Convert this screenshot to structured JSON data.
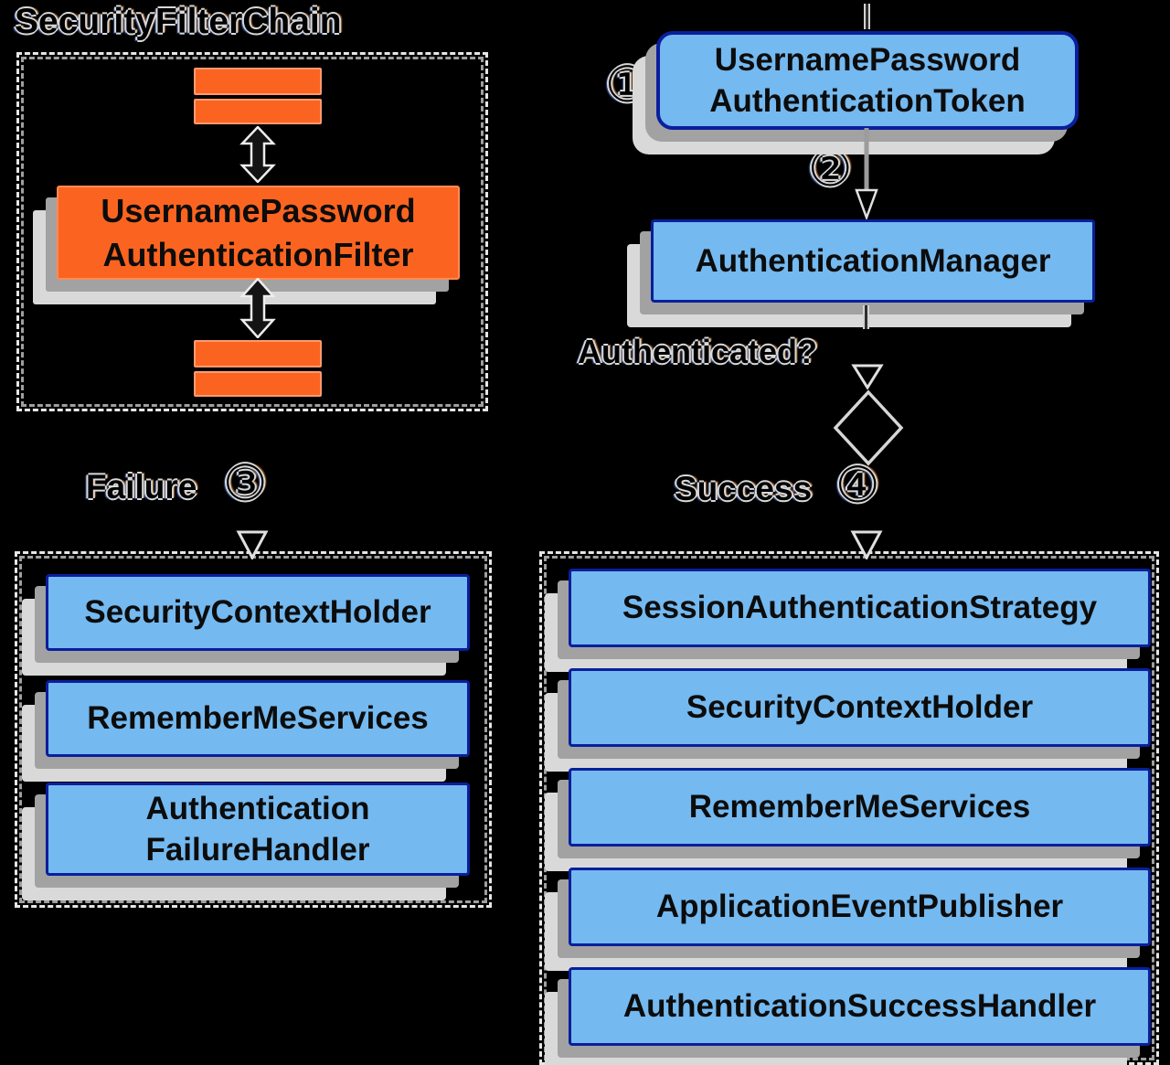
{
  "colors": {
    "background": "#000000",
    "box_blue": "#74b9f0",
    "box_blue_border": "#0a1f9c",
    "box_orange": "#fb6420",
    "shadow_dark": "#a2a2a2",
    "shadow_light": "#d9d9d9",
    "dash": "#e6e6e6"
  },
  "security_filter_chain": {
    "title": "SecurityFilterChain",
    "filter_label": "UsernamePassword\nAuthenticationFilter"
  },
  "flow": {
    "step1_badge": "①",
    "token_label": "UsernamePassword\nAuthenticationToken",
    "step2_badge": "②",
    "manager_label": "AuthenticationManager",
    "authenticated_label": "Authenticated?",
    "failure_label": "Failure",
    "step3_badge": "③",
    "success_label": "Success",
    "step4_badge": "④"
  },
  "failure_flow": {
    "items": [
      "SecurityContextHolder",
      "RememberMeServices",
      "Authentication\nFailureHandler"
    ]
  },
  "success_flow": {
    "items": [
      "SessionAuthenticationStrategy",
      "SecurityContextHolder",
      "RememberMeServices",
      "ApplicationEventPublisher",
      "AuthenticationSuccessHandler"
    ]
  }
}
